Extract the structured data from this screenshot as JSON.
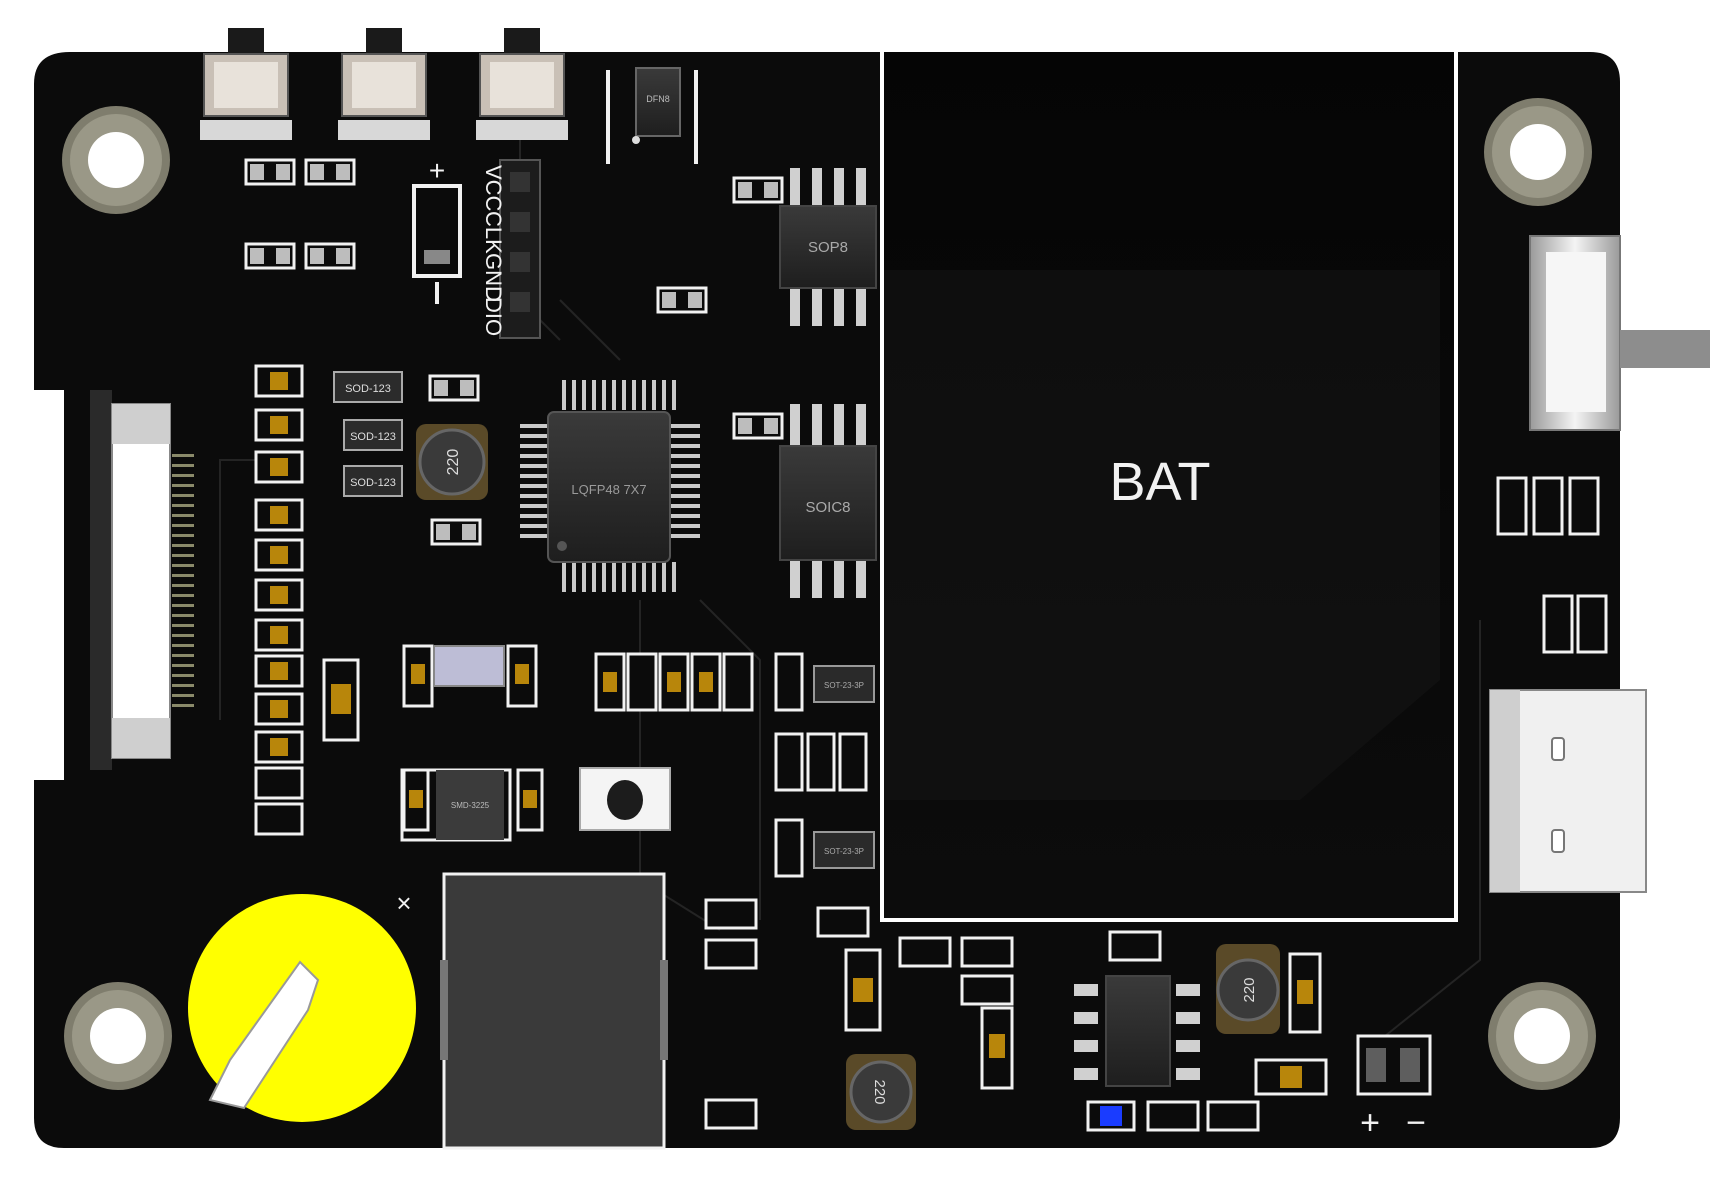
{
  "labels": {
    "battery": "BAT",
    "mcu": "LQFP48 7X7",
    "sop8": "SOP8",
    "soic8": "SOIC8",
    "dfn": "DFN8",
    "header_pins": [
      "VCC",
      "CLK",
      "GND",
      "DIO"
    ],
    "sod_a": "SOD-123",
    "sod_b": "SOD-123",
    "sod_c": "SOD-123",
    "inductor_left": "220",
    "inductor_right": "220",
    "inductor_bottom": "220",
    "smd_inductor": "SMD-3225",
    "sot_a": "SOT-23-3P",
    "sot_b": "SOT-23-3P",
    "polarity_top_plus": "+",
    "polarity_top_minus": "|",
    "terminal_plus": "+",
    "terminal_minus": "−",
    "coin_pad_mark": "×"
  },
  "colors": {
    "board": "#0b0b0b",
    "silk": "#f2f2f2",
    "pad_gold": "#b8860b",
    "coin_cell": "#ffff00",
    "led_blue": "#1a3cff",
    "mount_ring": "#8a8878"
  }
}
